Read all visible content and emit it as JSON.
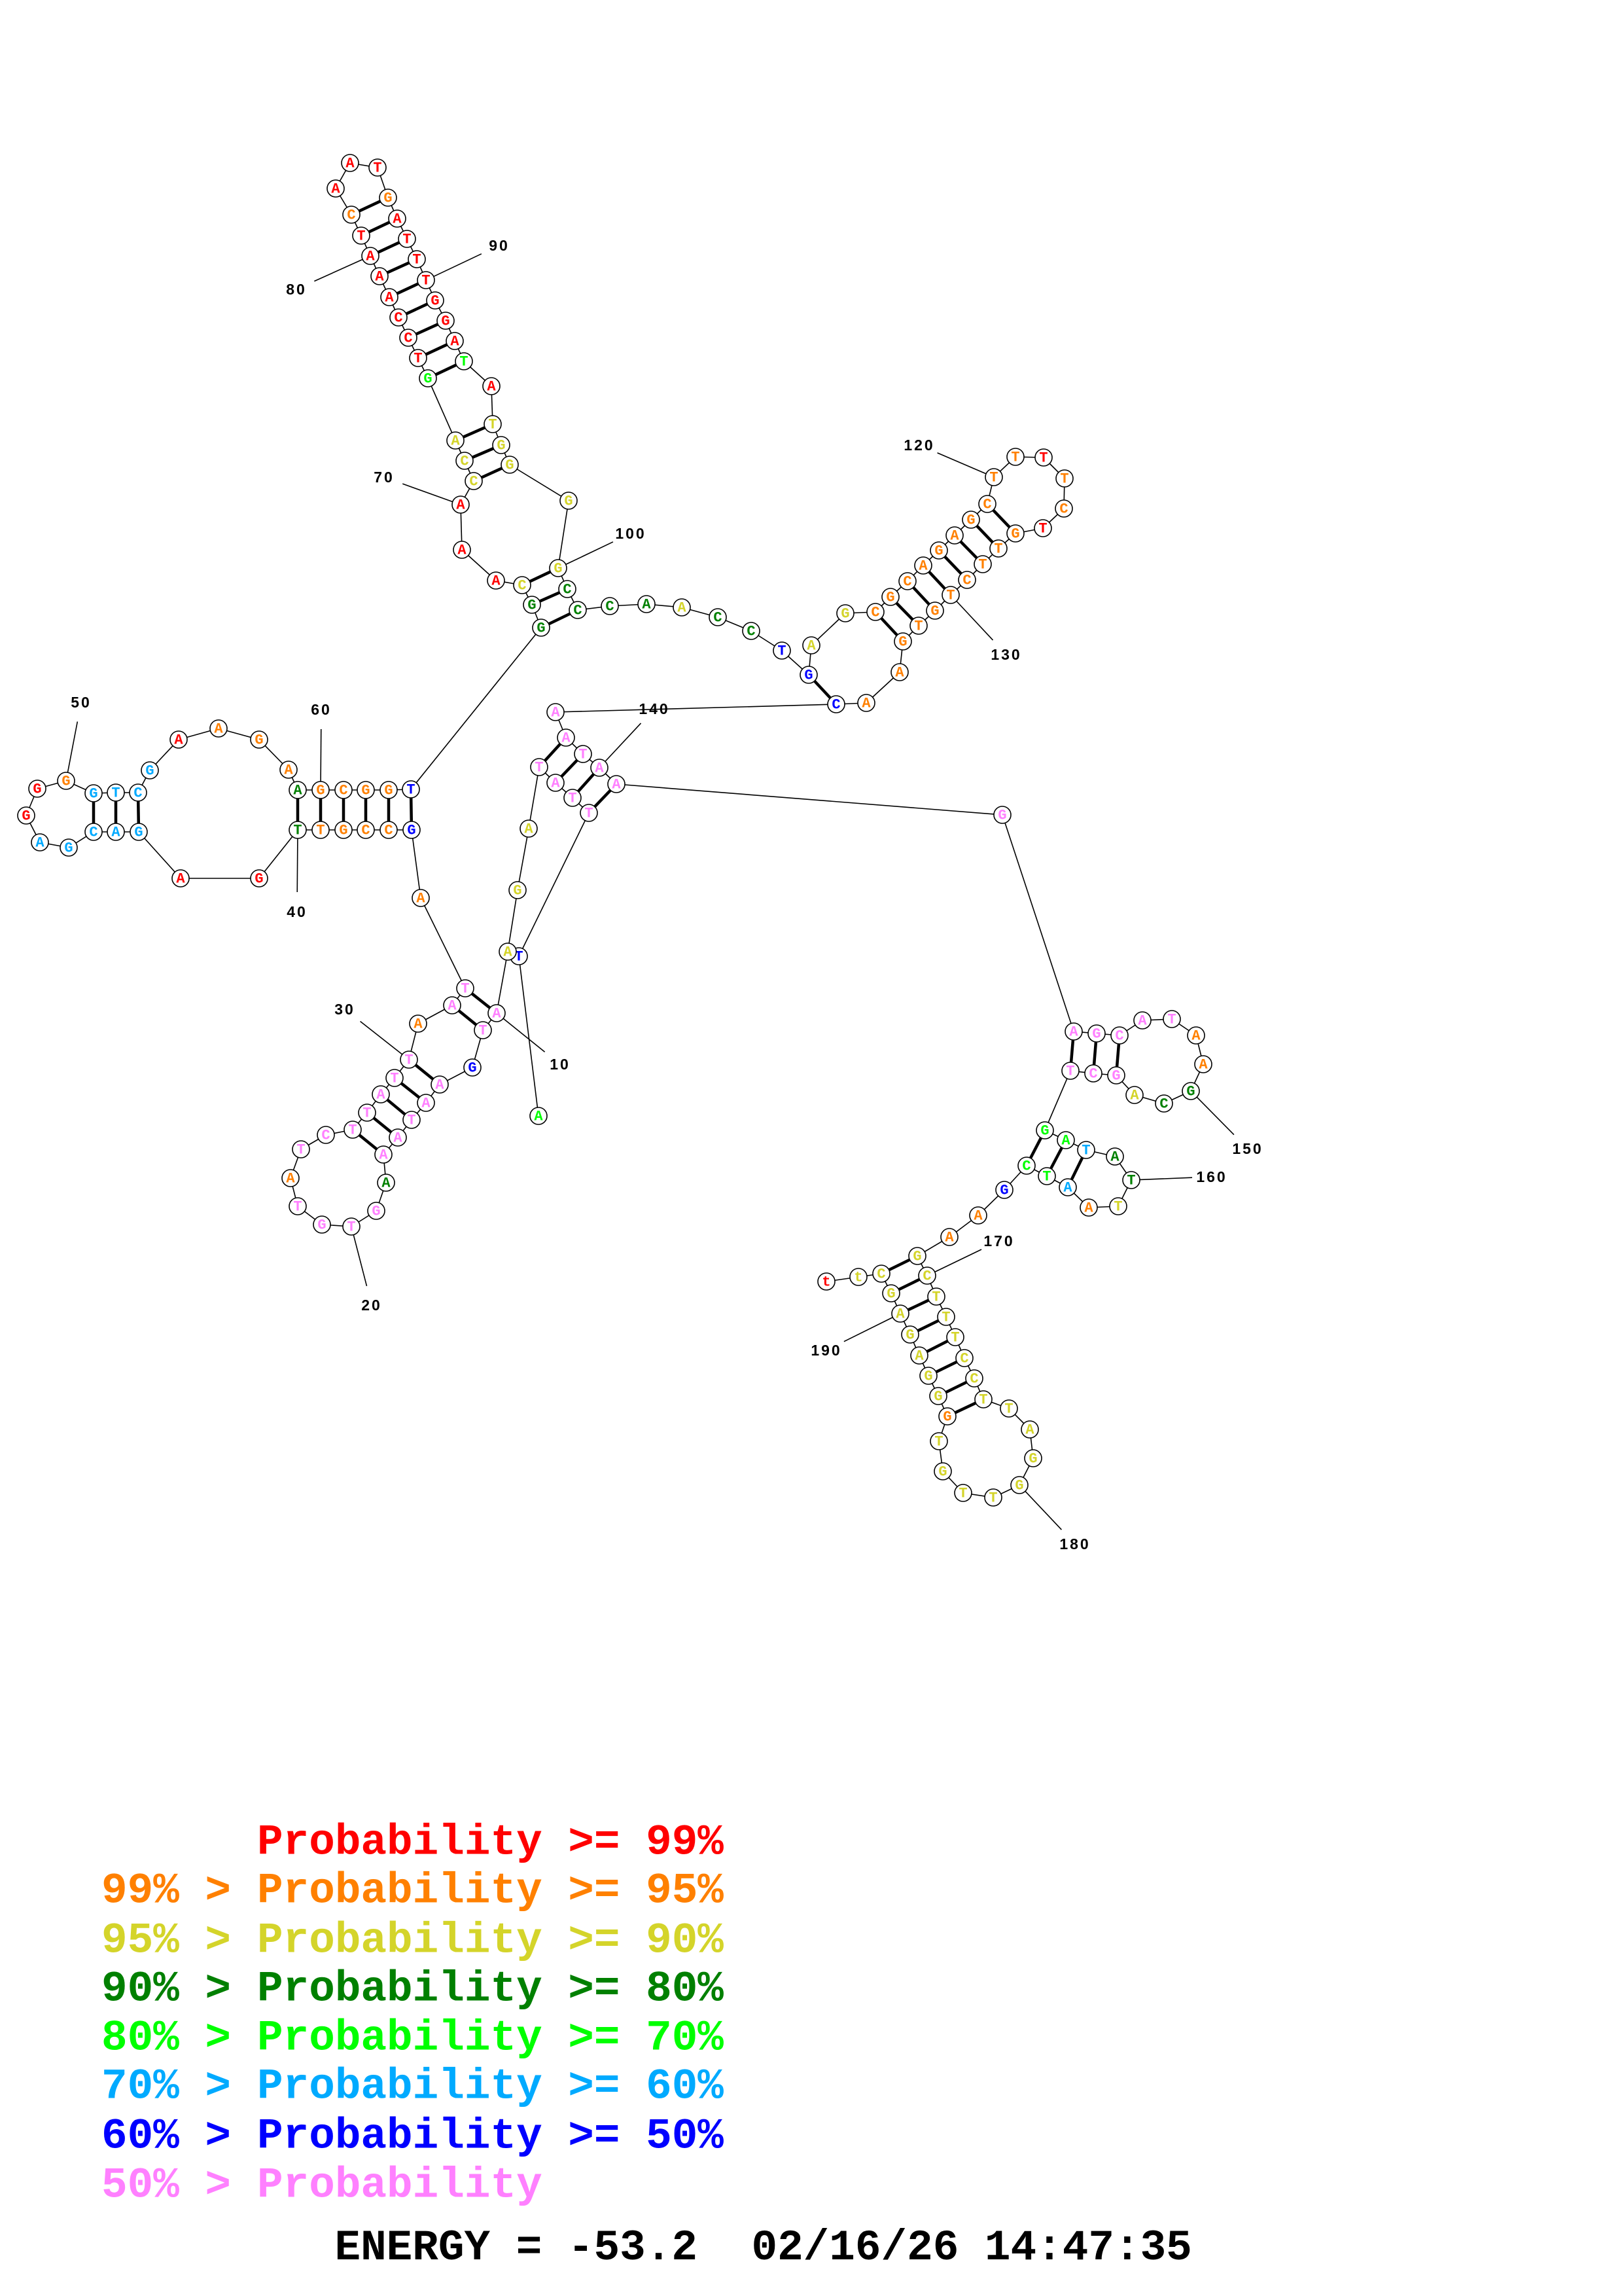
{
  "structure": {
    "sequence": "ATTTATAGAATGAATAAAGTGTATCTTATTAATAGCCGTTGAGACGAGGGGTCGAAGAAGCGGTGGCAAACCAGTCCAAATCAATGATTTGGATATGGGGCCCAACCTGAGCGCAGAGCTTTTCTGTTCTGTGAACAATAAGAGCATAAGCAGCTGATATTAATCGAAGCTTTCCTTAGGTTGTGGGAGAGCtt",
    "probability_class": "GBPPPPYYYPPBPPPPPDPPPPOPPPPPPPOPPOBOOOODRRCCCCCRROCCCCROOODOOOOBDDYRRRYYYGRRRRRRRORRRORRRRRRRGRYYYYYDDDDYDDBBYYOOOOOOOOOOROOROOOOOOOOOOBPPPPPPPPPPPOODDYPPPGGCDDYOCGGBOOYYYYYYYYYYYYYYYYOYYYYYYYYRR",
    "pairs": [
      [
        3,
        141
      ],
      [
        4,
        140
      ],
      [
        5,
        139
      ],
      [
        6,
        138
      ],
      [
        10,
        33
      ],
      [
        11,
        32
      ],
      [
        13,
        30
      ],
      [
        14,
        29
      ],
      [
        15,
        28
      ],
      [
        16,
        27
      ],
      [
        17,
        26
      ],
      [
        35,
        64
      ],
      [
        36,
        63
      ],
      [
        37,
        62
      ],
      [
        38,
        61
      ],
      [
        39,
        60
      ],
      [
        40,
        59
      ],
      [
        43,
        53
      ],
      [
        44,
        52
      ],
      [
        45,
        51
      ],
      [
        65,
        102
      ],
      [
        66,
        101
      ],
      [
        67,
        100
      ],
      [
        71,
        98
      ],
      [
        72,
        97
      ],
      [
        73,
        96
      ],
      [
        74,
        94
      ],
      [
        75,
        93
      ],
      [
        76,
        92
      ],
      [
        77,
        91
      ],
      [
        78,
        90
      ],
      [
        79,
        89
      ],
      [
        80,
        88
      ],
      [
        81,
        87
      ],
      [
        82,
        86
      ],
      [
        109,
        136
      ],
      [
        112,
        133
      ],
      [
        113,
        132
      ],
      [
        114,
        131
      ],
      [
        115,
        130
      ],
      [
        116,
        129
      ],
      [
        117,
        128
      ],
      [
        118,
        127
      ],
      [
        119,
        126
      ],
      [
        143,
        155
      ],
      [
        144,
        154
      ],
      [
        145,
        153
      ],
      [
        156,
        165
      ],
      [
        157,
        164
      ],
      [
        158,
        163
      ],
      [
        169,
        192
      ],
      [
        170,
        191
      ],
      [
        171,
        190
      ],
      [
        172,
        189
      ],
      [
        173,
        188
      ],
      [
        174,
        187
      ],
      [
        175,
        186
      ],
      [
        176,
        185
      ]
    ],
    "position_labels": [
      {
        "text": "10",
        "nt": 10
      },
      {
        "text": "20",
        "nt": 20
      },
      {
        "text": "30",
        "nt": 30
      },
      {
        "text": "40",
        "nt": 40
      },
      {
        "text": "50",
        "nt": 50
      },
      {
        "text": "60",
        "nt": 60
      },
      {
        "text": "70",
        "nt": 70
      },
      {
        "text": "80",
        "nt": 80
      },
      {
        "text": "90",
        "nt": 90
      },
      {
        "text": "100",
        "nt": 100
      },
      {
        "text": "120",
        "nt": 120
      },
      {
        "text": "130",
        "nt": 130
      },
      {
        "text": "140",
        "nt": 140
      },
      {
        "text": "150",
        "nt": 150
      },
      {
        "text": "160",
        "nt": 160
      },
      {
        "text": "170",
        "nt": 170
      },
      {
        "text": "180",
        "nt": 180
      },
      {
        "text": "190",
        "nt": 190
      }
    ]
  },
  "colors": {
    "R": "#ff0000",
    "O": "#ff8000",
    "Y": "#d4d42a",
    "D": "#008000",
    "G": "#00ff00",
    "C": "#00aaff",
    "B": "#0000ff",
    "P": "#ff80ff"
  },
  "legend": [
    {
      "prefix": "",
      "text": "Probability >= 99%",
      "color_class": "R"
    },
    {
      "prefix": "99% > ",
      "text": "Probability >= 95%",
      "color_class": "O"
    },
    {
      "prefix": "95% > ",
      "text": "Probability >= 90%",
      "color_class": "Y"
    },
    {
      "prefix": "90% > ",
      "text": "Probability >= 80%",
      "color_class": "D"
    },
    {
      "prefix": "80% > ",
      "text": "Probability >= 70%",
      "color_class": "G"
    },
    {
      "prefix": "70% > ",
      "text": "Probability >= 60%",
      "color_class": "C"
    },
    {
      "prefix": "60% > ",
      "text": "Probability >= 50%",
      "color_class": "B"
    },
    {
      "prefix": "50% > ",
      "text": "Probability",
      "color_class": "P"
    }
  ],
  "footer": {
    "energy": "ENERGY = -53.2",
    "timestamp": "02/16/26 14:47:35"
  }
}
